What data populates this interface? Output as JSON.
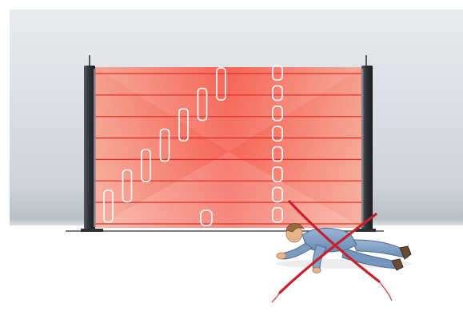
{
  "scene": {
    "subject": "light-curtain-safety-diagram",
    "background": {
      "top": "#e6e9ed",
      "mid": "#c9ced5",
      "bottom": "#ffffff"
    },
    "curtain": {
      "beam_count": 8,
      "field_color_center": "#f44a3a",
      "field_color_edge": "#f59a86",
      "beam_color": "#e0322a"
    },
    "posts": {
      "color": "#2c2f34"
    },
    "objects": {
      "stair_items": 7,
      "column_items": 8,
      "floor_item_count": 1,
      "outline_color": "#ffffff"
    },
    "person": {
      "pose": "crawling-under-beams",
      "clothing": "#7f9ec2",
      "hair": "#9a6a3c",
      "skin": "#e8b48c"
    },
    "prohibition_mark": {
      "shape": "x-cross",
      "color": "#c8202a"
    }
  }
}
